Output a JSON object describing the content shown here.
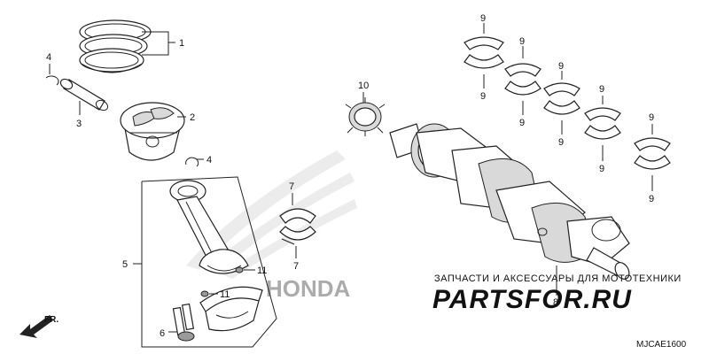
{
  "diagram": {
    "callouts": [
      {
        "id": "c1",
        "label": "1"
      },
      {
        "id": "c2",
        "label": "2"
      },
      {
        "id": "c3",
        "label": "3"
      },
      {
        "id": "c4a",
        "label": "4"
      },
      {
        "id": "c4b",
        "label": "4"
      },
      {
        "id": "c5",
        "label": "5"
      },
      {
        "id": "c6",
        "label": "6"
      },
      {
        "id": "c7a",
        "label": "7"
      },
      {
        "id": "c7b",
        "label": "7"
      },
      {
        "id": "c8",
        "label": "8"
      },
      {
        "id": "c9a",
        "label": "9"
      },
      {
        "id": "c9b",
        "label": "9"
      },
      {
        "id": "c9c",
        "label": "9"
      },
      {
        "id": "c9d",
        "label": "9"
      },
      {
        "id": "c9e",
        "label": "9"
      },
      {
        "id": "c9f",
        "label": "9"
      },
      {
        "id": "c9g",
        "label": "9"
      },
      {
        "id": "c9h",
        "label": "9"
      },
      {
        "id": "c9i",
        "label": "9"
      },
      {
        "id": "c9j",
        "label": "9"
      },
      {
        "id": "c10",
        "label": "10"
      },
      {
        "id": "c11a",
        "label": "11"
      },
      {
        "id": "c11b",
        "label": "11"
      }
    ],
    "direction_label": "FR.",
    "diagram_code": "MJCAE1600",
    "watermark": {
      "tagline": "ЗАПЧАСТИ И АКСЕССУАРЫ ДЛЯ МОТОТЕХНИКИ",
      "logo_text": "PARTSFOR.RU",
      "brand_mark": "HONDA"
    },
    "colors": {
      "line": "#222222",
      "watermark_red": "#e0505a",
      "watermark_grey": "#c9c9c9"
    }
  }
}
